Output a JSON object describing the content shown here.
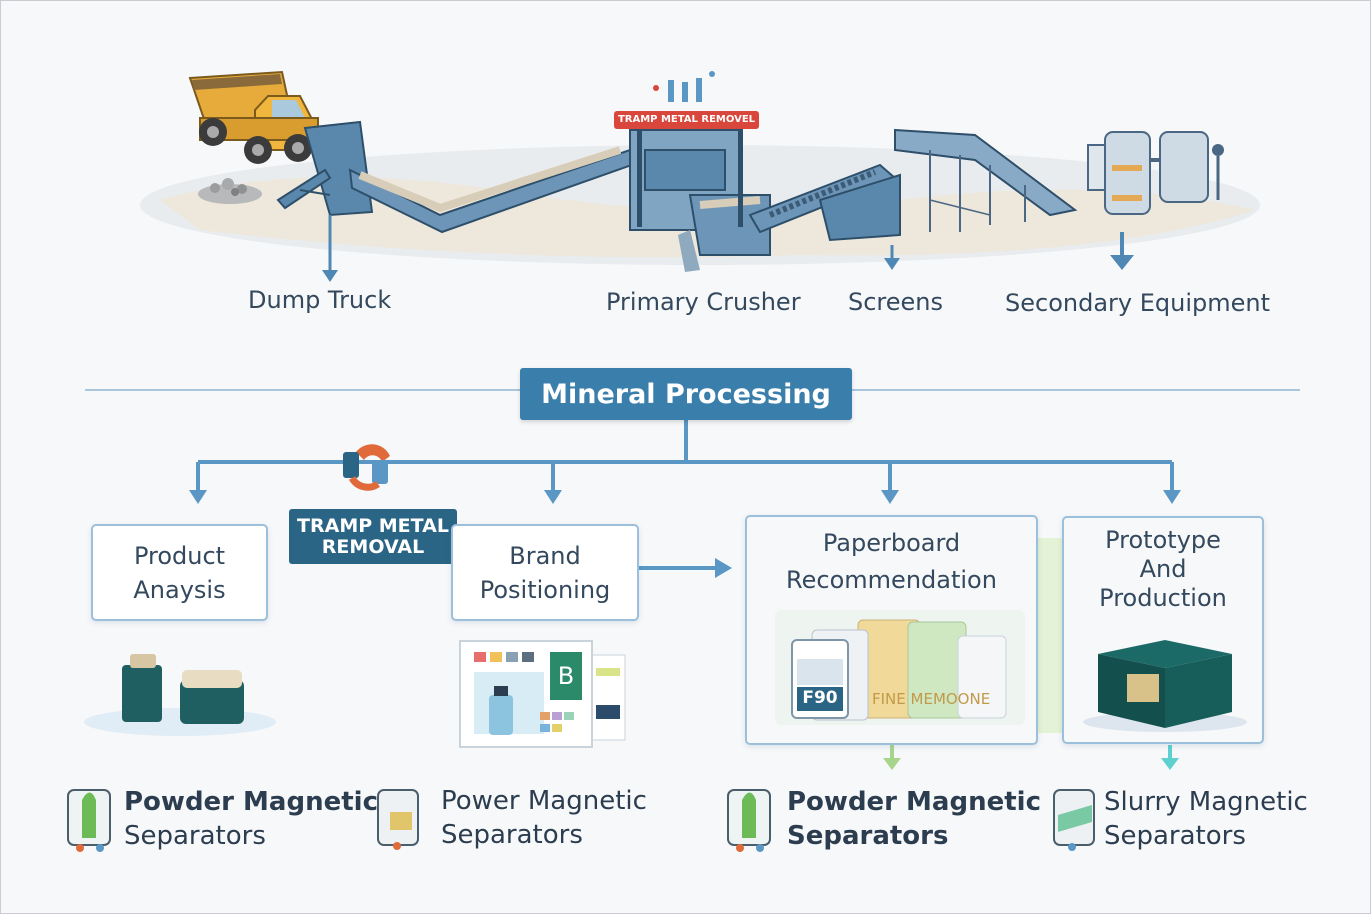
{
  "top_labels": {
    "dump_truck": "Dump Truck",
    "primary_crusher": "Primary Crusher",
    "screens": "Screens",
    "secondary_equipment": "Secondary Equipment"
  },
  "crusher_sign": "TRAMP METAL REMOVEL",
  "center_title": "Mineral Processing",
  "tramp_tag": {
    "line1": "TRAMP METAL",
    "line2": "REMOVAL"
  },
  "cards": {
    "product_analysis": {
      "line1": "Product",
      "line2": "Anaysis"
    },
    "brand_positioning": {
      "line1": "Brand",
      "line2": "Positioning"
    },
    "paperboard": {
      "line1": "Paperboard",
      "line2": "Recommendation"
    },
    "prototype": {
      "line1": "Prototype",
      "line2": "And",
      "line3": "Production"
    }
  },
  "swatch_letter": "B",
  "paperboard_samples": {
    "code": "F90",
    "caption": "FINE MEMOONE"
  },
  "separators": [
    {
      "line1": "Powder Magnetic",
      "line2": "Separators",
      "bold": true
    },
    {
      "line1": "Power Magnetic",
      "line2": "Separators",
      "bold": false
    },
    {
      "line1": "Powder Magnetic",
      "line2": "Separators",
      "bold": true
    },
    {
      "line1": "Slurry Magnetic",
      "line2": "Separators",
      "bold": false
    }
  ],
  "colors": {
    "accent_blue": "#3a7fab",
    "tag_blue": "#2b6585",
    "arrow_blue": "#5b97c4",
    "card_border": "#9cc0dc",
    "sign_red": "#d9463b",
    "teal_jar": "#1f5f61",
    "truck_yellow": "#e7ab3b"
  }
}
